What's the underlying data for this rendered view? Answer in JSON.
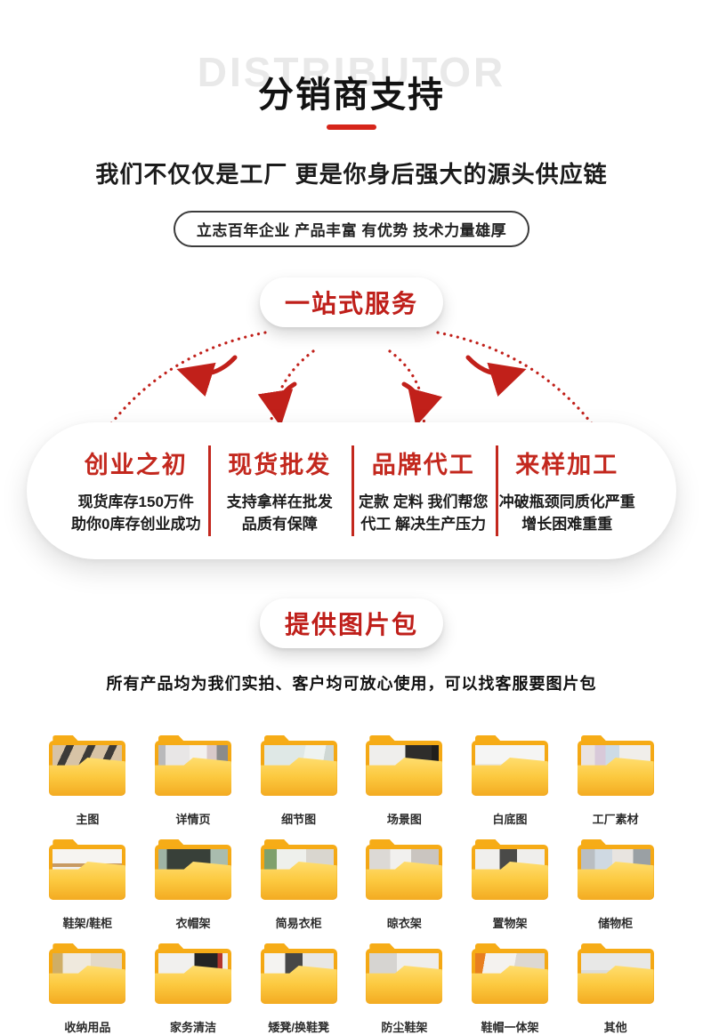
{
  "colors": {
    "accent_red": "#c3281e",
    "underline_red": "#d6251a",
    "badge_text_red": "#bf1f1a",
    "watermark_gray": "#e9e9e9",
    "folder_amber": "#f6ac17",
    "folder_front_yellow": "#fcc93f",
    "body_text": "#1c1c1c"
  },
  "header": {
    "watermark": "DISTRIBUTOR",
    "title": "分销商支持",
    "subtitle": "我们不仅仅是工厂 更是你身后强大的源头供应链",
    "tagline": "立志百年企业 产品丰富 有优势 技术力量雄厚"
  },
  "services": {
    "badge": "一站式服务",
    "items": [
      {
        "title": "创业之初",
        "desc1": "现货库存150万件",
        "desc2": "助你0库存创业成功"
      },
      {
        "title": "现货批发",
        "desc1": "支持拿样在批发",
        "desc2": "品质有保障"
      },
      {
        "title": "品牌代工",
        "desc1": "定款 定料 我们帮您",
        "desc2": "代工 解决生产压力"
      },
      {
        "title": "来样加工",
        "desc1": "冲破瓶颈同质化严重",
        "desc2": "增长困难重重"
      }
    ]
  },
  "gallery": {
    "badge": "提供图片包",
    "note": "所有产品均为我们实拍、客户均可放心使用，可以找客服要图片包",
    "folders": [
      {
        "label": "主图",
        "thumb": "repeating-linear-gradient(115deg,#d7c3a6 0 14px,#3d3b38 14px 22px)"
      },
      {
        "label": "详情页",
        "thumb": "linear-gradient(90deg,#b9b9bb 0 10%,#e8e6e6 10% 45%,#f3f1ef 45% 70%,#d8c9c9 70% 84%,#8b8b8b 84% 100%)"
      },
      {
        "label": "细节图",
        "thumb": "linear-gradient(100deg,#dfe8e6 0 55%,#eef3f1 55% 82%,#cfd8d4 82% 100%)"
      },
      {
        "label": "场景图",
        "thumb": "linear-gradient(90deg,#efeeec 0 52%,#2e2d2b 52% 90%,#1f1e1c 90% 100%)"
      },
      {
        "label": "白底图",
        "thumb": "linear-gradient(180deg,#f5f5f4 0 55%,#e9e8e6 55% 100%)"
      },
      {
        "label": "工厂素材",
        "thumb": "linear-gradient(90deg,#e9e3e1 0% 20%,#d8c9d9 20% 35%,#cddbe6 35% 55%,#f0eeea 55% 100%)"
      },
      {
        "label": "鞋架/鞋柜",
        "thumb": "linear-gradient(180deg,#f6f4f1 0 42%,#c89a62 42% 52%,#f1efec 52% 100%)"
      },
      {
        "label": "衣帽架",
        "thumb": "linear-gradient(90deg,#9eb3a4 0 12%,#384039 12% 75%,#a9bcae 75% 100%)"
      },
      {
        "label": "简易衣柜",
        "thumb": "linear-gradient(90deg,#7fa06c 0 18%,#eef0ec 18% 60%,#d9d6cf 60% 100%)"
      },
      {
        "label": "晾衣架",
        "thumb": "linear-gradient(90deg,#dcd9d5 0 30%,#f1f0ee 30% 60%,#cac5c0 60% 100%)"
      },
      {
        "label": "置物架",
        "thumb": "linear-gradient(90deg,#f0efed 0 35%,#4a4a48 35% 60%,#efeeec 60% 100%)"
      },
      {
        "label": "储物柜",
        "thumb": "linear-gradient(90deg,#b9bec2 0 20%,#cfd9e2 20% 45%,#e8e4e0 45% 75%,#9aa0a4 75% 100%)"
      },
      {
        "label": "收纳用品",
        "thumb": "linear-gradient(90deg,#cfae67 0 15%,#efe9dd 15% 55%,#e3d9c8 55% 100%)"
      },
      {
        "label": "家务清洁",
        "thumb": "linear-gradient(90deg,#f1f0ee 0 52%,#242424 52% 85%,#b3342c 85% 92%,#f0efec 92% 100%)"
      },
      {
        "label": "矮凳/换鞋凳",
        "thumb": "linear-gradient(90deg,#f4f3f1 0 30%,#474747 30% 55%,#e8e7e5 55% 100%)"
      },
      {
        "label": "防尘鞋架",
        "thumb": "linear-gradient(90deg,#d6d4d1 0 40%,#efeeec 40% 100%)"
      },
      {
        "label": "鞋帽一体架",
        "thumb": "linear-gradient(100deg,#e87f1f 0 14%,#f4f2ef 14% 55%,#ddd8d2 55% 100%)"
      },
      {
        "label": "其他",
        "thumb": "linear-gradient(180deg,#e8e8e7 0 50%,#dcdcda 50% 100%)"
      }
    ]
  }
}
